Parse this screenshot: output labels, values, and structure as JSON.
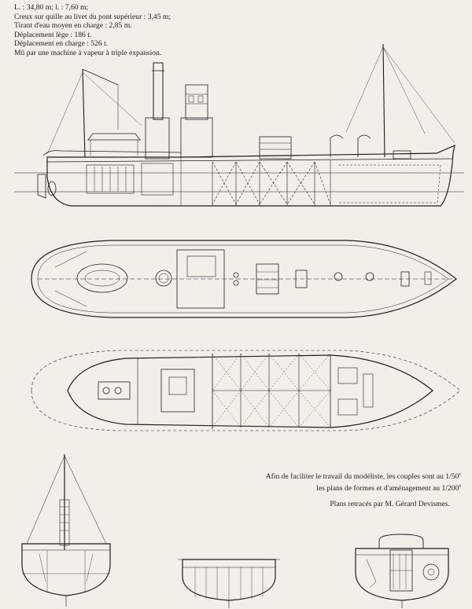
{
  "specs": {
    "lines": [
      "L. : 34,80 m; l. : 7,60 m;",
      "Creux sur quille au livet du pont supérieur : 3,45 m;",
      "Tirant d'eau moyen en charge : 2,85 m.",
      "Déplacement lège : 186 t.",
      "Déplacement en charge : 526 t.",
      "Mû par une machine à vapeur à triple expansion."
    ]
  },
  "caption": {
    "line1": "Afin de faciliter le travail du modéliste, les couples sont au 1/50",
    "line1_sup": "e",
    "line2": "les plans de formes et d'aménagement au 1/200",
    "line2_sup": "e",
    "credit": "Plans retracés par M. Gérard Devismes."
  },
  "colors": {
    "paper": "#f1efe8",
    "ink": "#1e1e1e"
  }
}
